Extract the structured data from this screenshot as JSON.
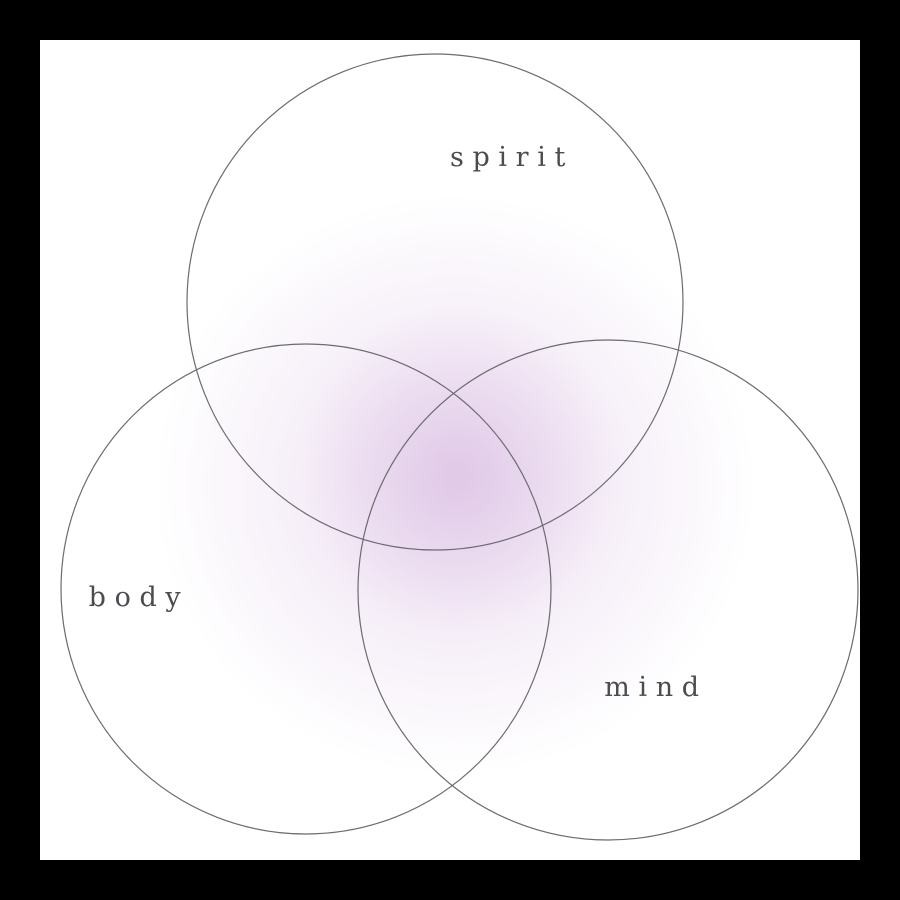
{
  "diagram": {
    "type": "venn",
    "labels": {
      "top": "spirit",
      "bottom_left": "body",
      "bottom_right": "mind"
    },
    "colors": {
      "frame": "#000000",
      "canvas": "#ffffff",
      "circle_stroke": "#6b6b71",
      "label_text": "#4b4b50",
      "glow": "#c99fd6"
    }
  }
}
